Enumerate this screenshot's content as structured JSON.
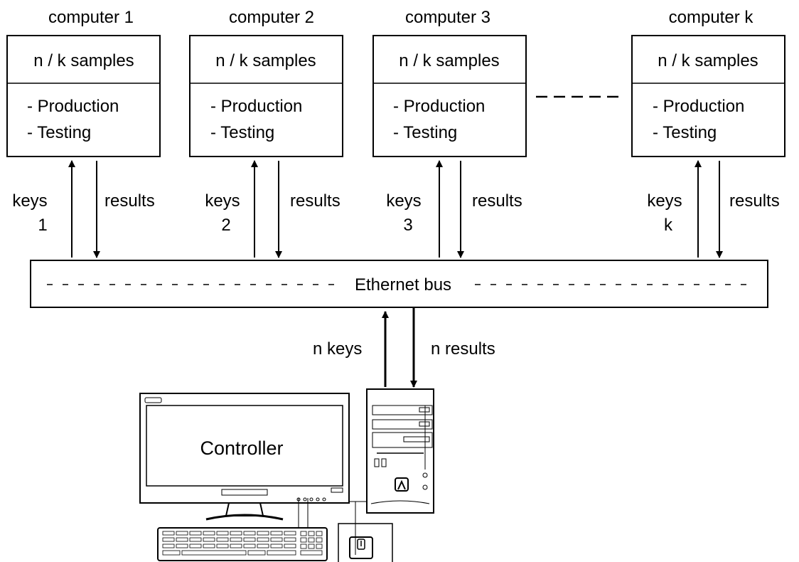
{
  "computers": [
    {
      "title": "computer 1",
      "samples": "n / k samples",
      "task1": "- Production",
      "task2": "- Testing",
      "keys": "keys",
      "index": "1",
      "results": "results"
    },
    {
      "title": "computer  2",
      "samples": "n / k samples",
      "task1": "- Production",
      "task2": "- Testing",
      "keys": "keys",
      "index": "2",
      "results": "results"
    },
    {
      "title": "computer 3",
      "samples": "n / k samples",
      "task1": "- Production",
      "task2": "- Testing",
      "keys": "keys",
      "index": "3",
      "results": "results"
    },
    {
      "title": "computer k",
      "samples": "n / k samples",
      "task1": "- Production",
      "task2": "- Testing",
      "keys": "keys",
      "index": "k",
      "results": "results"
    }
  ],
  "bus": {
    "label": "Ethernet bus"
  },
  "controller": {
    "label": "Controller",
    "keys_label": "n  keys",
    "results_label": "n  results"
  },
  "icons": [
    "computer-box",
    "monitor-icon",
    "tower-pc-icon",
    "keyboard-icon",
    "mouse-icon"
  ]
}
